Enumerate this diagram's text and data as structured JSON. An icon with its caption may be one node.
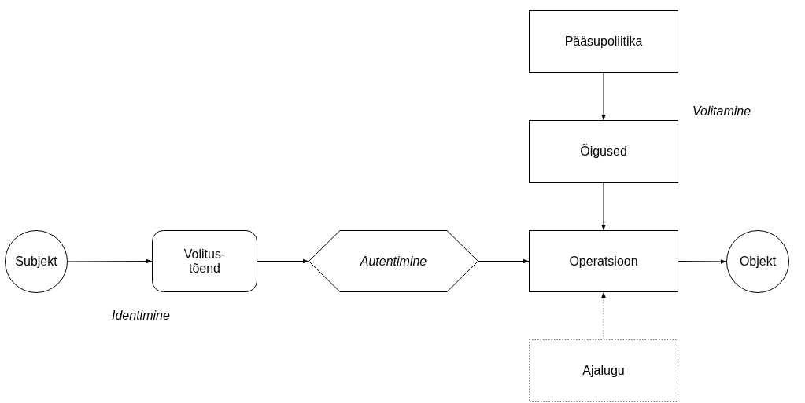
{
  "diagram": {
    "nodes": [
      {
        "text": [
          "Subjekt"
        ]
      },
      {
        "text": [
          "Volitus- tõend"
        ]
      },
      {
        "text": [
          "Autentimine"
        ]
      },
      {
        "text": [
          "Operatsioon"
        ]
      },
      {
        "text": [
          "Objekt"
        ]
      },
      {
        "text": [
          "Pääsupoliitika"
        ]
      },
      {
        "text": [
          "Õigused"
        ]
      },
      {
        "text": [
          "Ajalugu"
        ]
      }
    ],
    "edges": [
      {
        "from": 0,
        "to": 1,
        "arrow": "to"
      },
      {
        "from": 1,
        "to": 2,
        "arrow": "to"
      },
      {
        "from": 2,
        "to": 3,
        "arrow": "to"
      },
      {
        "from": 3,
        "to": 4,
        "arrow": "to"
      },
      {
        "from": 5,
        "to": 6,
        "arrow": "to"
      },
      {
        "from": 6,
        "to": 3,
        "arrow": "to"
      },
      {
        "from": 7,
        "to": 3,
        "arrow": "to",
        "style": "dashed",
        "color": "#777777"
      }
    ],
    "labels": [
      "Identimine",
      "Volitamine"
    ]
  }
}
